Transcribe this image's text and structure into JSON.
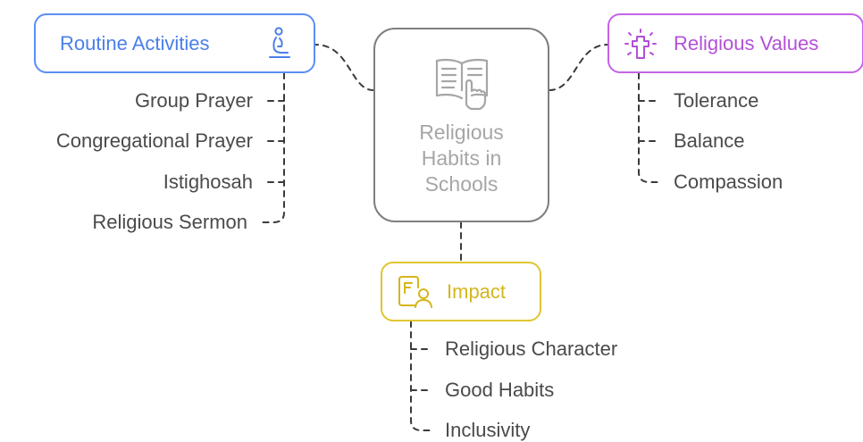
{
  "center": {
    "label": "Religious\nHabits in\nSchools",
    "icon": "open-book-hand-icon"
  },
  "branches": {
    "routine": {
      "title": "Routine Activities",
      "icon": "praying-person-icon",
      "color": "#4a7fe8",
      "items": [
        "Group Prayer",
        "Congregational Prayer",
        "Istighosah",
        "Religious Sermon"
      ]
    },
    "values": {
      "title": "Religious Values",
      "icon": "glowing-cross-icon",
      "color": "#b34fd8",
      "items": [
        "Tolerance",
        "Balance",
        "Compassion"
      ]
    },
    "impact": {
      "title": "Impact",
      "icon": "profile-card-icon",
      "color": "#d4b61d",
      "items": [
        "Religious Character",
        "Good Habits",
        "Inclusivity"
      ]
    }
  }
}
